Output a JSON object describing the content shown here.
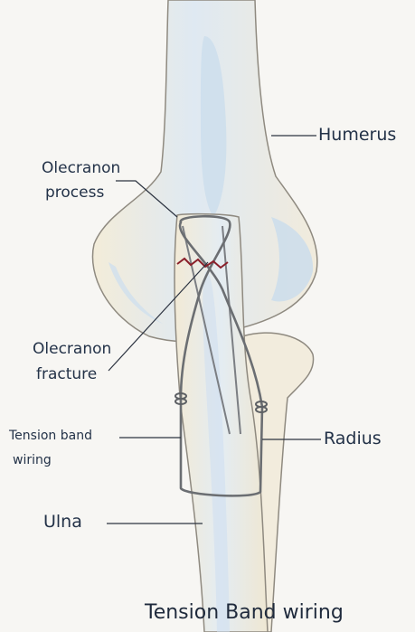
{
  "title": "Tension Band wiring",
  "labels": {
    "humerus": "Humerus",
    "olecranon_process_line1": "Olecranon",
    "olecranon_process_line2": "process",
    "olecranon_fracture_line1": "Olecranon",
    "olecranon_fracture_line2": "fracture",
    "tension_band_line1": "Tension band",
    "tension_band_line2": "wiring",
    "radius": "Radius",
    "ulna": "Ulna"
  },
  "colors": {
    "bone_fill": "#f4ecd7",
    "bone_shade": "#cfe0ee",
    "bone_outline": "#8f8a80",
    "wire": "#6b6e72",
    "fracture": "#8a1f2a",
    "leader_line": "#2c3340",
    "text": "#233248"
  }
}
